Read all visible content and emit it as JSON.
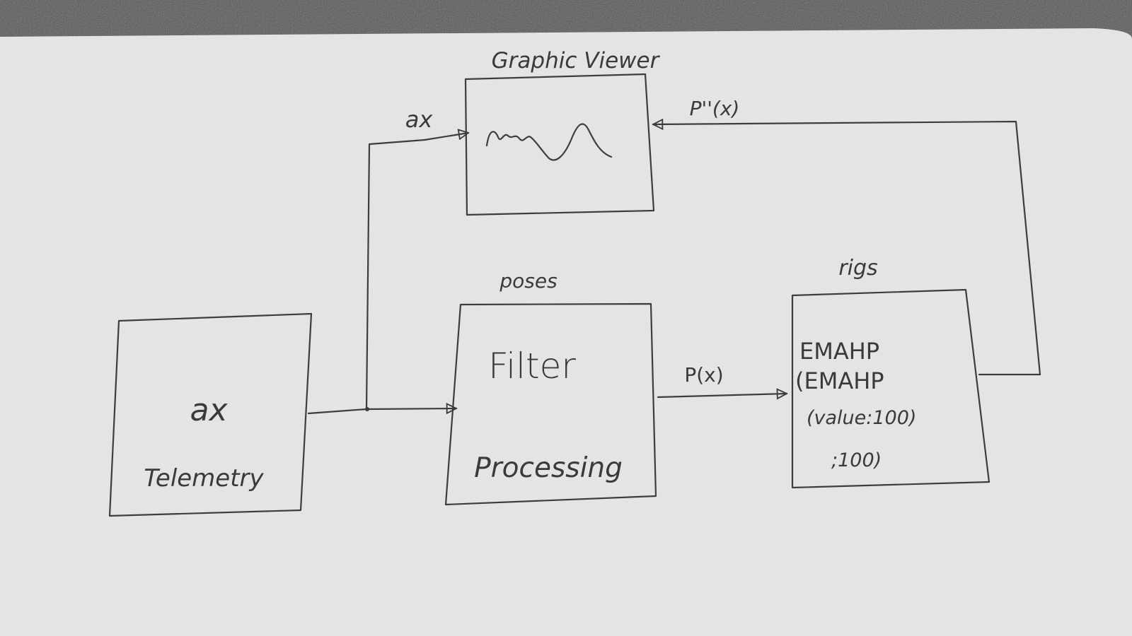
{
  "diagram": {
    "ink_color": "#3d3d3d",
    "paper_color": "#e4e4e6",
    "countertop_color": "#4d4f4d",
    "nodes": {
      "telemetry": {
        "symbol": "ax",
        "label": "Telemetry"
      },
      "viewer": {
        "title": "Graphic Viewer"
      },
      "filter": {
        "title": "poses",
        "line1": "Filter",
        "line2": "Processing"
      },
      "rigs": {
        "title": "rigs",
        "line1": "EMAHP",
        "line2": "(EMAHP",
        "line3": "(value:100)",
        "line4": ";100)"
      }
    },
    "edges": {
      "telemetry_to_viewer": {
        "label": "ax"
      },
      "filter_to_rigs": {
        "label": "P(x)"
      },
      "rigs_to_viewer": {
        "label": "P''(x)"
      }
    }
  }
}
